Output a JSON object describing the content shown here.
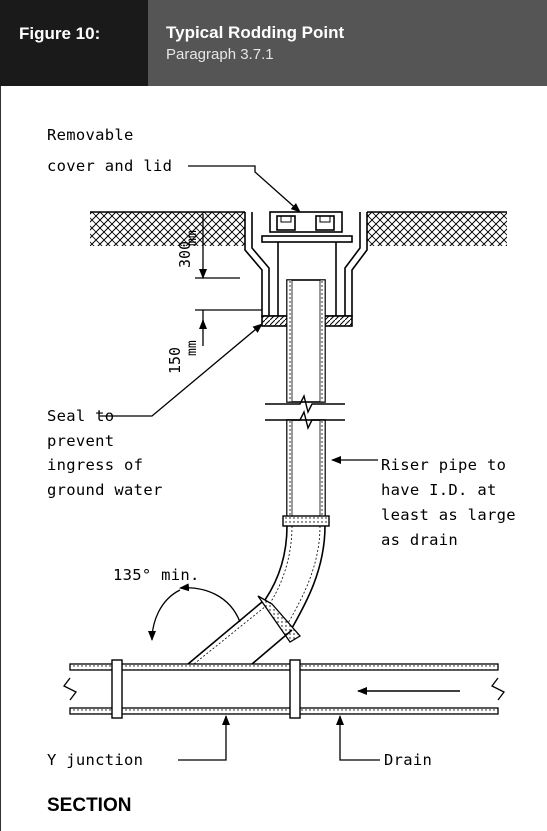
{
  "header": {
    "figure_number": "Figure 10:",
    "title": "Typical Rodding Point",
    "subtitle": "Paragraph 3.7.1"
  },
  "labels": {
    "cover_line1": "Removable",
    "cover_line2": "cover and lid",
    "seal_line1": "Seal to",
    "seal_line2": "prevent",
    "seal_line3": "ingress of",
    "seal_line4": "ground water",
    "riser_line1": "Riser pipe to",
    "riser_line2": "have I.D. at",
    "riser_line3": "least as large",
    "riser_line4": "as drain",
    "angle": "135° min.",
    "y_junction": "Y junction",
    "drain": "Drain",
    "dim_300": "300",
    "dim_300_unit": "mm",
    "dim_150": "150",
    "dim_150_unit": "mm",
    "section": "SECTION"
  }
}
